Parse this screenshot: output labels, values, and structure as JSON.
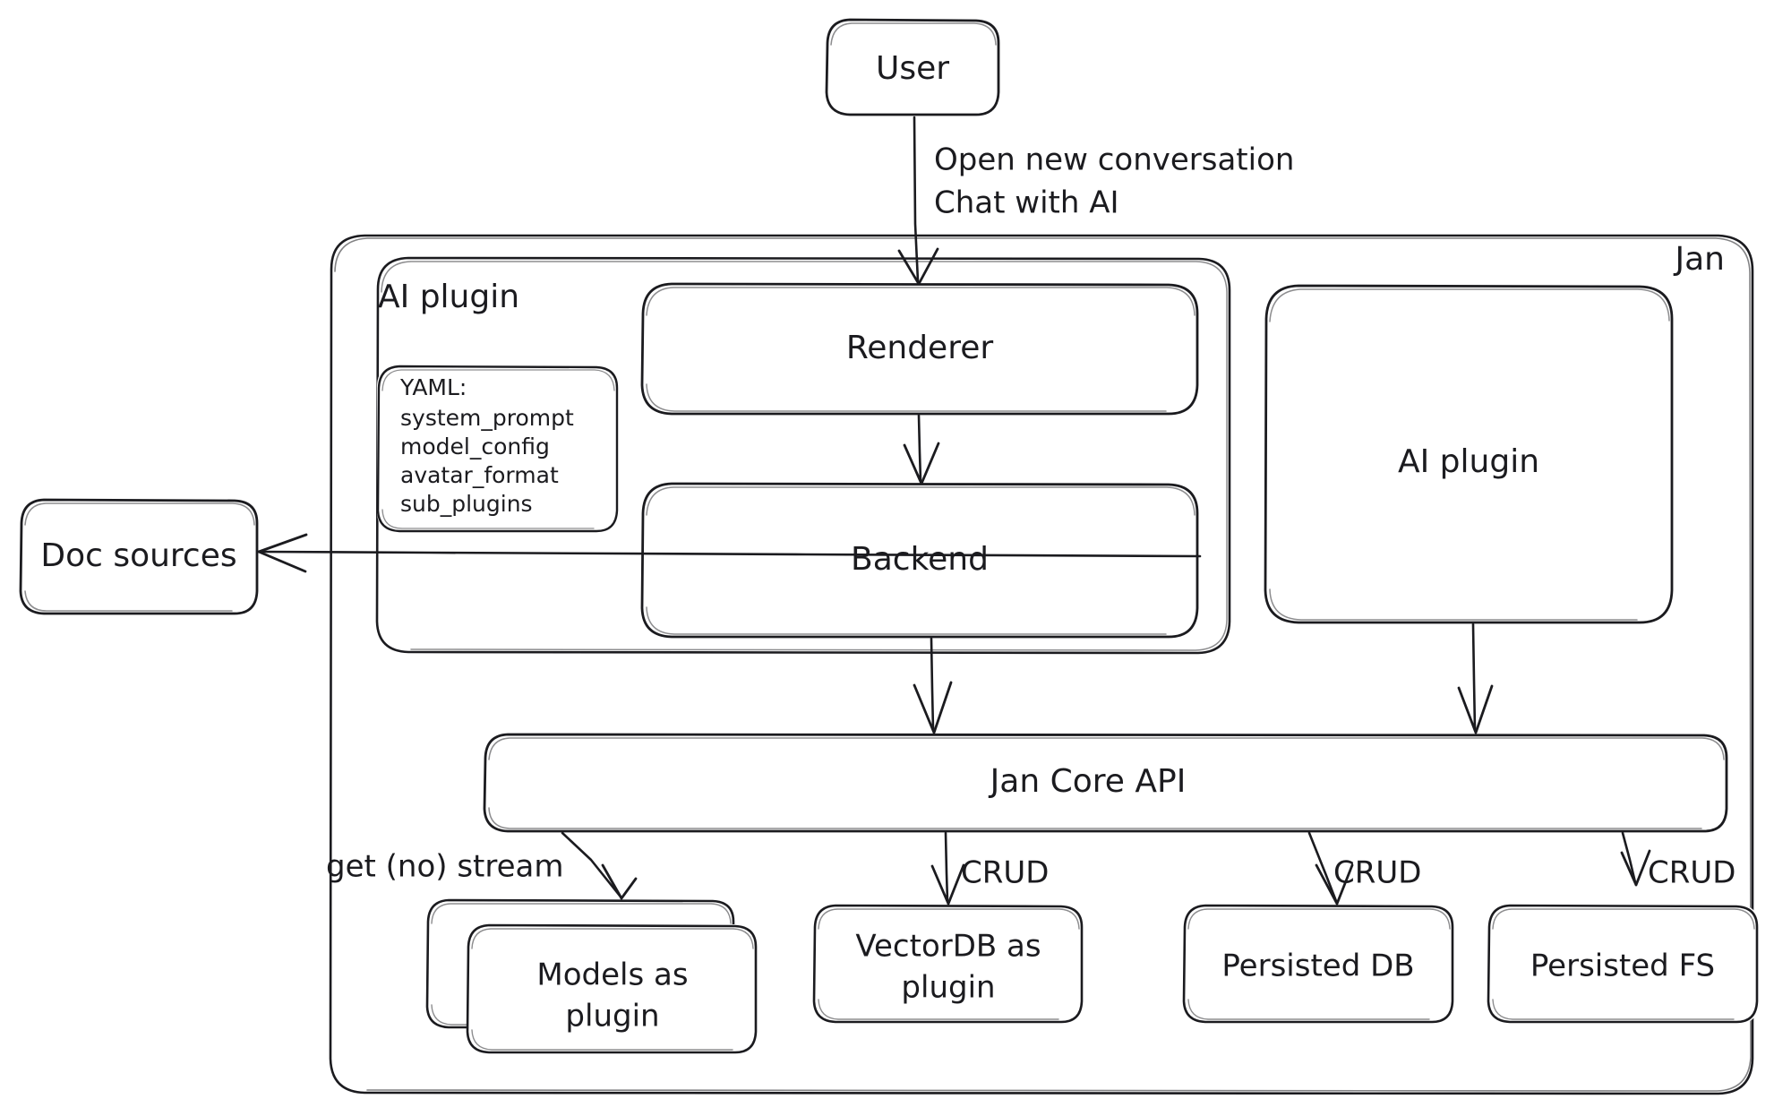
{
  "diagram": {
    "title_visible": false,
    "style": "hand-drawn architecture diagram",
    "stroke_color": "#1b1b1f",
    "background_color": "#ffffff"
  },
  "groups": {
    "jan": {
      "label": "Jan"
    },
    "ai_plugin_group": {
      "label": "AI plugin"
    }
  },
  "nodes": {
    "user": {
      "label": "User"
    },
    "doc_sources": {
      "label": "Doc sources"
    },
    "renderer": {
      "label": "Renderer"
    },
    "backend": {
      "label": "Backend"
    },
    "ai_plugin_box": {
      "label": "AI plugin"
    },
    "jan_core_api": {
      "label": "Jan Core API"
    },
    "models_plugin": {
      "line1": "Models as",
      "line2": "plugin"
    },
    "vectordb_plugin": {
      "line1": "VectorDB as",
      "line2": "plugin"
    },
    "persisted_db": {
      "label": "Persisted DB"
    },
    "persisted_fs": {
      "label": "Persisted FS"
    }
  },
  "yaml_card": {
    "lines": [
      "YAML:",
      "system_prompt",
      "model_config",
      "avatar_format",
      "sub_plugins"
    ]
  },
  "edge_labels": {
    "user_to_renderer_line1": "Open new conversation",
    "user_to_renderer_line2": "Chat with AI",
    "core_to_models": "get (no) stream",
    "core_to_vectordb": "CRUD",
    "core_to_persisted_db": "CRUD",
    "core_to_persisted_fs": "CRUD"
  }
}
